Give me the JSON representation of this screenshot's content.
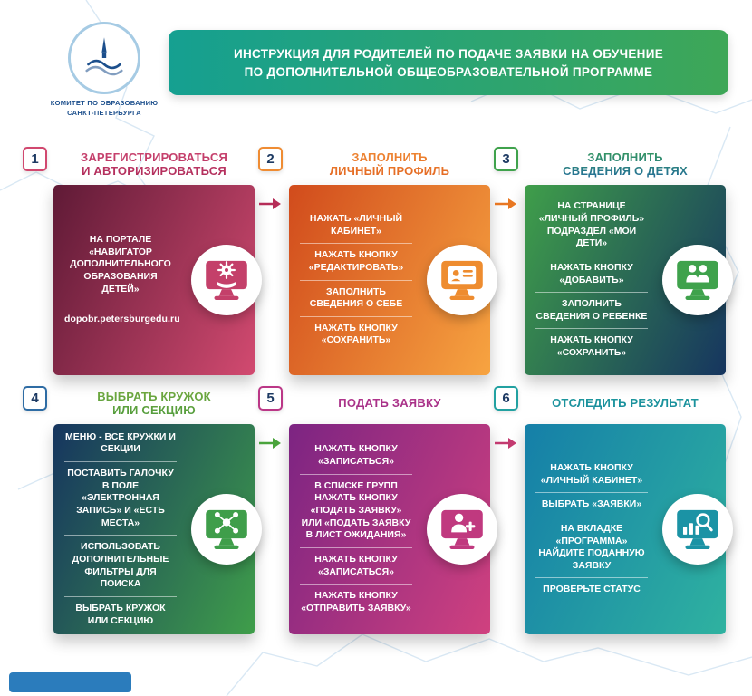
{
  "page": {
    "background": "#ffffff",
    "map_outline_color": "#d9e8f4",
    "footer_bar_color": "#2b7cbc"
  },
  "logo": {
    "org_name_line1": "КОМИТЕТ ПО ОБРАЗОВАНИЮ",
    "org_name_line2": "САНКТ-ПЕТЕРБУРГА",
    "ring_color": "#a6cbe4",
    "emblem_color": "#1c4f8c"
  },
  "header": {
    "title_line1": "ИНСТРУКЦИЯ ДЛЯ РОДИТЕЛЕЙ ПО ПОДАЧЕ ЗАЯВКИ НА ОБУЧЕНИЕ",
    "title_line2": "ПО ДОПОЛНИТЕЛЬНОЙ ОБЩЕОБРАЗОВАТЕЛЬНОЙ ПРОГРАММЕ",
    "gradient_from": "#15a091",
    "gradient_to": "#3ea757"
  },
  "steps": [
    {
      "number": "1",
      "title_lines": [
        "ЗАРЕГИСТРИРОВАТЬСЯ",
        "И АВТОРИЗИРОВАТЬСЯ"
      ],
      "items": [
        "НА ПОРТАЛЕ «НАВИГАТОР ДОПОЛНИТЕЛЬНОГО ОБРАЗОВАНИЯ ДЕТЕЙ»",
        "dopobr.petersburgedu.ru"
      ],
      "icon": "monitor-hand-gear-icon",
      "arrow_to_next": true,
      "colors": {
        "accent": "#b62d58",
        "title_from": "#d14b76",
        "title_to": "#a82453",
        "box_border": "#d1486f",
        "card_from": "#5f1a36",
        "card_to": "#d24a70",
        "icon": "#c4406a"
      }
    },
    {
      "number": "2",
      "title_lines": [
        "ЗАПОЛНИТЬ",
        "ЛИЧНЫЙ ПРОФИЛЬ"
      ],
      "items": [
        "НАЖАТЬ «ЛИЧНЫЙ КАБИНЕТ»",
        "НАЖАТЬ КНОПКУ «РЕДАКТИРОВАТЬ»",
        "ЗАПОЛНИТЬ СВЕДЕНИЯ О СЕБЕ",
        "НАЖАТЬ КНОПКУ «СОХРАНИТЬ»"
      ],
      "icon": "monitor-profile-card-icon",
      "arrow_to_next": true,
      "colors": {
        "accent": "#e87722",
        "title_from": "#f29038",
        "title_to": "#e05f1d",
        "box_border": "#ef8c33",
        "card_from": "#d14b1c",
        "card_to": "#f7a441",
        "icon": "#ee8c2f"
      }
    },
    {
      "number": "3",
      "title_lines": [
        "ЗАПОЛНИТЬ",
        "СВЕДЕНИЯ О ДЕТЯХ"
      ],
      "items": [
        "НА СТРАНИЦЕ «ЛИЧНЫЙ ПРОФИЛЬ» ПОДРАЗДЕЛ «МОИ ДЕТИ»",
        "НАЖАТЬ КНОПКУ «ДОБАВИТЬ»",
        "ЗАПОЛНИТЬ СВЕДЕНИЯ О РЕБЕНКЕ",
        "НАЖАТЬ КНОПКУ «СОХРАНИТЬ»"
      ],
      "icon": "monitor-children-icon",
      "arrow_to_next": false,
      "colors": {
        "accent": "#2f9464",
        "title_from": "#3aa34f",
        "title_to": "#1f64a8",
        "box_border": "#3fa24c",
        "card_from": "#3f9e4a",
        "card_to": "#16355f",
        "icon": "#3fa24c"
      }
    },
    {
      "number": "4",
      "title_lines": [
        "ВЫБРАТЬ КРУЖОК",
        "ИЛИ СЕКЦИЮ"
      ],
      "items": [
        "МЕНЮ - ВСЕ КРУЖКИ И СЕКЦИИ",
        "ПОСТАВИТЬ ГАЛОЧКУ В ПОЛЕ «ЭЛЕКТРОННАЯ ЗАПИСЬ» И «ЕСТЬ МЕСТА»",
        "ИСПОЛЬЗОВАТЬ ДОПОЛНИТЕЛЬНЫЕ ФИЛЬТРЫ ДЛЯ ПОИСКА",
        "ВЫБРАТЬ КРУЖОК ИЛИ СЕКЦИЮ"
      ],
      "icon": "monitor-network-icon",
      "arrow_to_next": true,
      "colors": {
        "accent": "#4aa43c",
        "title_from": "#79ab3f",
        "title_to": "#49993c",
        "box_border": "#2e6ca4",
        "card_from": "#16355f",
        "card_to": "#3f9e4a",
        "icon": "#3f9e4a"
      }
    },
    {
      "number": "5",
      "title_lines": [
        "ПОДАТЬ ЗАЯВКУ"
      ],
      "items": [
        "НАЖАТЬ КНОПКУ «ЗАПИСАТЬСЯ»",
        "В СПИСКЕ ГРУПП НАЖАТЬ КНОПКУ «ПОДАТЬ ЗАЯВКУ» ИЛИ «ПОДАТЬ ЗАЯВКУ В ЛИСТ ОЖИДАНИЯ»",
        "НАЖАТЬ КНОПКУ «ЗАПИСАТЬСЯ»",
        "НАЖАТЬ КНОПКУ «ОТПРАВИТЬ ЗАЯВКУ»"
      ],
      "icon": "monitor-enroll-person-icon",
      "arrow_to_next": true,
      "colors": {
        "accent": "#c33a70",
        "title_from": "#c43e95",
        "title_to": "#90267d",
        "box_border": "#bb3787",
        "card_from": "#7c2482",
        "card_to": "#d0417f",
        "icon": "#c0397f"
      }
    },
    {
      "number": "6",
      "title_lines": [
        "ОТСЛЕДИТЬ РЕЗУЛЬТАТ"
      ],
      "items": [
        "НАЖАТЬ КНОПКУ «ЛИЧНЫЙ КАБИНЕТ»",
        "ВЫБРАТЬ «ЗАЯВКИ»",
        "НА ВКЛАДКЕ «ПРОГРАММА» НАЙДИТЕ ПОДАННУЮ ЗАЯВКУ",
        "ПРОВЕРЬТЕ СТАТУС"
      ],
      "icon": "monitor-search-chart-icon",
      "arrow_to_next": false,
      "colors": {
        "accent": "#1f93a0",
        "title_from": "#23a39b",
        "title_to": "#12819f",
        "box_border": "#22a1a1",
        "card_from": "#157fa8",
        "card_to": "#2fb2a0",
        "icon": "#1b93a5"
      }
    }
  ]
}
